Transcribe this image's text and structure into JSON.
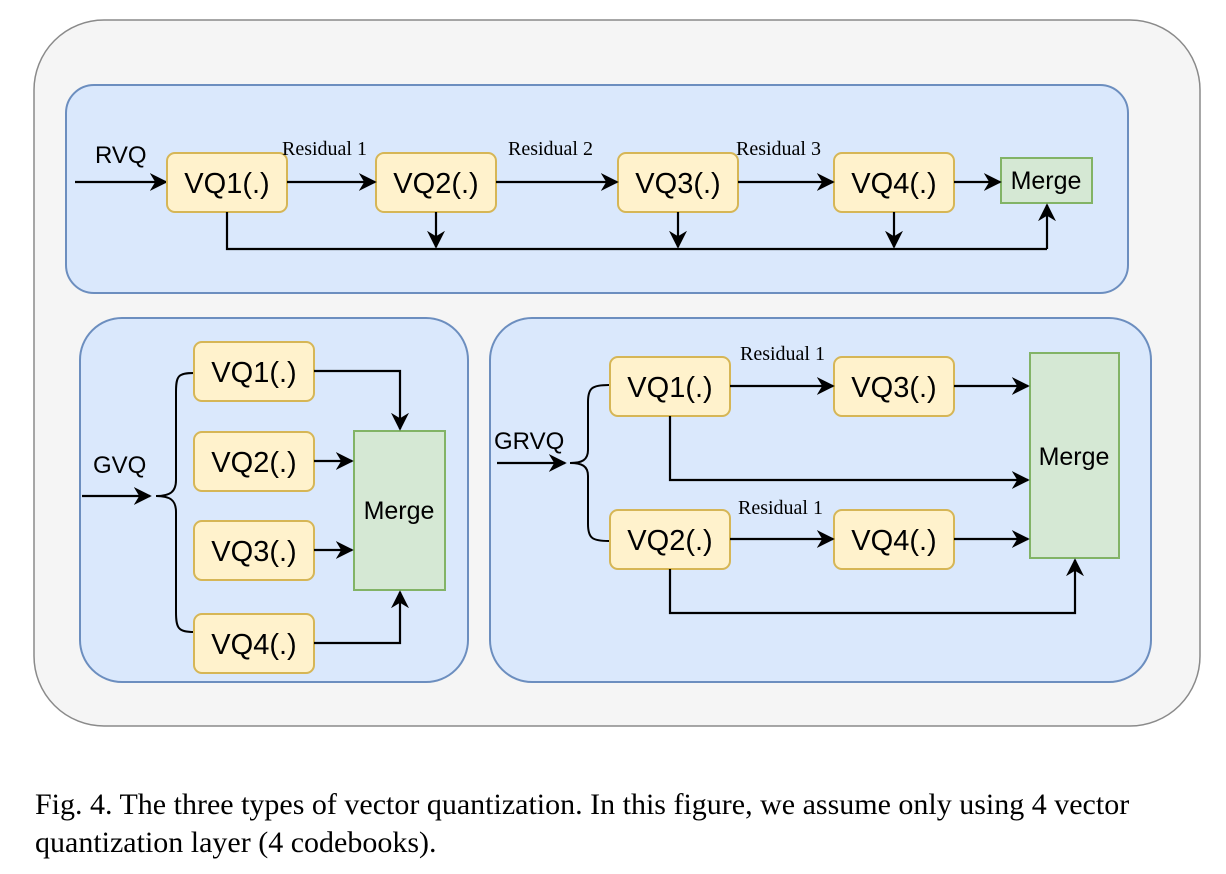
{
  "diagram": {
    "rvq": {
      "label": "RVQ",
      "vq1": "VQ1(.)",
      "vq2": "VQ2(.)",
      "vq3": "VQ3(.)",
      "vq4": "VQ4(.)",
      "merge": "Merge",
      "residual1": "Residual 1",
      "residual2": "Residual 2",
      "residual3": "Residual 3"
    },
    "gvq": {
      "label": "GVQ",
      "vq1": "VQ1(.)",
      "vq2": "VQ2(.)",
      "vq3": "VQ3(.)",
      "vq4": "VQ4(.)",
      "merge": "Merge"
    },
    "grvq": {
      "label": "GRVQ",
      "vq1": "VQ1(.)",
      "vq2": "VQ2(.)",
      "vq3": "VQ3(.)",
      "vq4": "VQ4(.)",
      "merge": "Merge",
      "residual_top": "Residual 1",
      "residual_bottom": "Residual 1"
    },
    "colors": {
      "panel_fill": "#dae8fc",
      "panel_stroke": "#6c8ebf",
      "vq_fill": "#fff2cc",
      "vq_stroke": "#d6b656",
      "merge_fill": "#d5e8d4",
      "merge_stroke": "#82b366",
      "outer_fill": "#f5f5f5"
    }
  },
  "caption": {
    "text": "Fig. 4.  The three types of vector quantization. In this figure, we assume only using 4 vector quantization layer (4 codebooks)."
  }
}
